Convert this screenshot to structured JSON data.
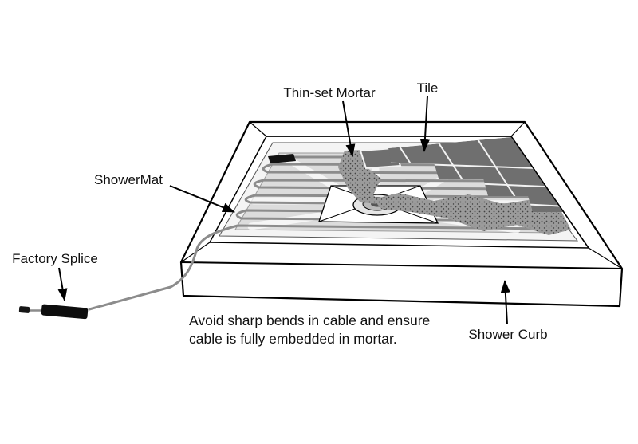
{
  "diagram": {
    "labels": {
      "thin_set_mortar": "Thin-set Mortar",
      "tile": "Tile",
      "shower_mat": "ShowerMat",
      "factory_splice": "Factory Splice",
      "shower_curb": "Shower Curb"
    },
    "caption": {
      "line1": "Avoid sharp bends in cable and ensure",
      "line2": "cable is fully embedded in mortar."
    },
    "colors": {
      "tile_fill": "#6f6f6f",
      "mortar_fill": "#9b9b9b",
      "mat_fill": "#dcdcdc",
      "cable_stroke": "#8c8c8c",
      "outline": "#000000",
      "background": "#ffffff"
    }
  }
}
